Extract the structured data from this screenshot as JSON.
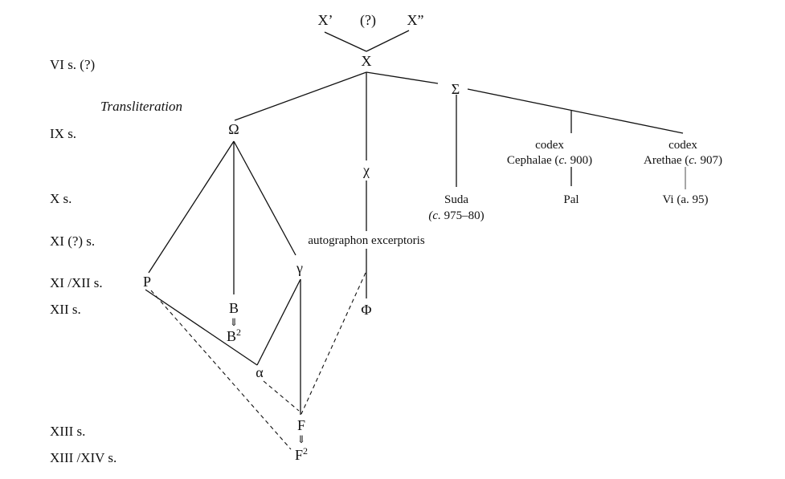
{
  "centuries": [
    "VI s. (?)",
    "IX s.",
    "X s.",
    "XI (?) s.",
    "XI /XII s.",
    "XII s.",
    "XIII s.",
    "XIII /XIV s."
  ],
  "transliteration": "Transliteration",
  "nodes": {
    "x1": "X’",
    "q": "(?)",
    "x2": "X”",
    "x": "X",
    "sigma": "Σ",
    "omega": "Ω",
    "chi": "χ",
    "suda": "Suda",
    "suda_date": "975–80)",
    "suda_c": "(c.",
    "codex": "codex",
    "cephalae": "Cephalae (",
    "c": "c.",
    "cephalae_date": " 900)",
    "arethae": "Arethae (",
    "arethae_date": " 907)",
    "pal": "Pal",
    "vi": "Vi  (a. 95)",
    "autographon": "autographon excerptoris",
    "p": "P",
    "b": "B",
    "arrow": "⇓",
    "b2": "B",
    "sup2": "2",
    "gamma": "γ",
    "phi": "Φ",
    "alpha": "α",
    "f": "F",
    "f2": "F"
  }
}
